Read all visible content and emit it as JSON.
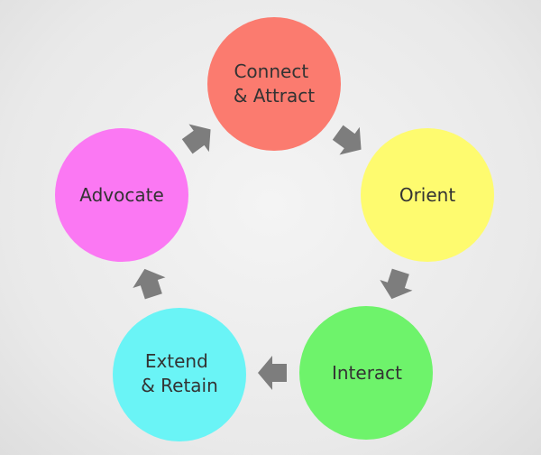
{
  "colors": {
    "background": "#ebebeb",
    "arrow": "#7d7d7d",
    "text": "#333333"
  },
  "cycle": {
    "nodes": [
      {
        "id": "connect",
        "lines": [
          "Connect",
          "& Attract"
        ],
        "color": "#fb7b6f"
      },
      {
        "id": "orient",
        "lines": [
          "Orient"
        ],
        "color": "#fefb6f"
      },
      {
        "id": "interact",
        "lines": [
          "Interact"
        ],
        "color": "#6ef36b"
      },
      {
        "id": "extend",
        "lines": [
          "Extend",
          "& Retain"
        ],
        "color": "#6af4f6"
      },
      {
        "id": "advocate",
        "lines": [
          "Advocate"
        ],
        "color": "#fb78f3"
      }
    ]
  }
}
